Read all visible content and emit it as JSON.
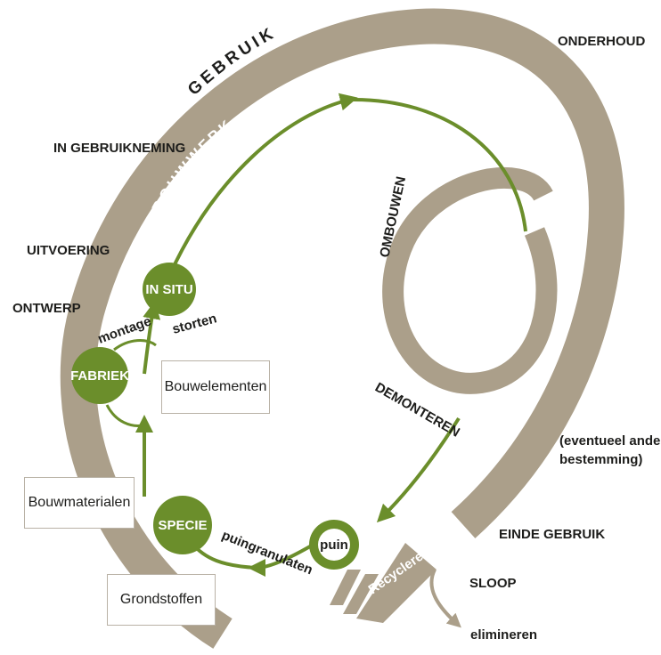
{
  "colors": {
    "band": "#ab9f8a",
    "green": "#6b8e2b",
    "text": "#1d1d1b"
  },
  "band_labels": {
    "gebruik": "GEBRUIK",
    "bouwwerk": "BOUWWERK",
    "ombouwen": "OMBOUWEN",
    "demonteren": "DEMONTEREN"
  },
  "phases": {
    "onderhoud": "ONDERHOUD",
    "in_gebruikneming": "IN GEBRUIKNEMING",
    "uitvoering": "UITVOERING",
    "ontwerp": "ONTWERP",
    "andere_bestemming_1": "(eventueel andere",
    "andere_bestemming_2": "bestemming)",
    "einde_gebruik": "EINDE GEBRUIK",
    "sloop": "SLOOP",
    "elimineren": "elimineren"
  },
  "nodes": {
    "in_situ": "IN SITU",
    "fabriek": "FABRIEK",
    "specie": "SPECIE",
    "puin": "puin"
  },
  "flow_labels": {
    "montage": "montage",
    "storten": "storten",
    "puingranulaten": "puingranulaten",
    "recycleren": "Recycleren"
  },
  "boxes": {
    "bouwelementen": "Bouwelementen",
    "bouwmaterialen": "Bouwmaterialen",
    "grondstoffen": "Grondstoffen"
  }
}
